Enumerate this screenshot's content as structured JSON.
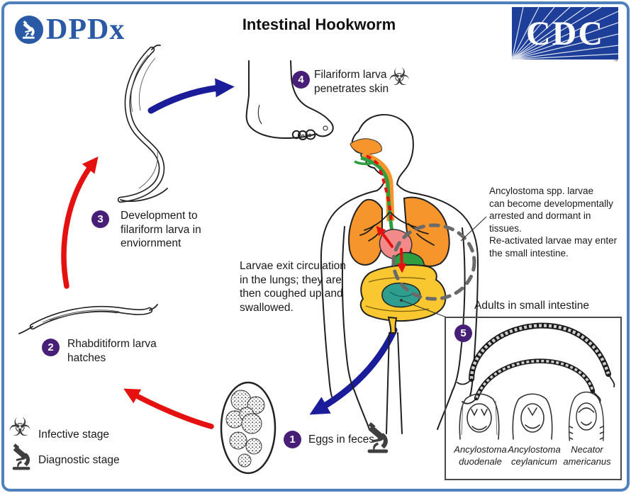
{
  "colors": {
    "frame_border": "#4f81bd",
    "dpdx_blue": "#2a5aa5",
    "cdc_blue": "#1e3f99",
    "badge_purple": "#481f77",
    "arrow_red": "#e51010",
    "arrow_blue": "#1b1c99",
    "icon_gray": "#3f3f3f",
    "dashed_gray": "#6a6a6a",
    "lung_orange": "#f6952c",
    "heart_pink": "#f28a8a",
    "gut_green": "#2f9e41",
    "colon_yellow": "#f9c72f",
    "intestine_teal": "#2f9e8f"
  },
  "header": {
    "dpdx": "DPDx",
    "title": "Intestinal Hookworm",
    "cdc": "CDC",
    "tm": "™"
  },
  "stages": {
    "s1": {
      "num": "1",
      "text": "Eggs in feces"
    },
    "s2": {
      "num": "2",
      "text": "Rhabditiform larva\nhatches"
    },
    "s3": {
      "num": "3",
      "text": "Development to\nfilariform larva in\nenviornment"
    },
    "s4": {
      "num": "4",
      "text": "Filariform larva\npenetrates skin"
    },
    "s5": {
      "num": "5"
    }
  },
  "notes": {
    "lungs": "Larvae exit circulation\nin the lungs;  they are\nthen coughed up and\nswallowed.",
    "arrested": "Ancylostoma spp. larvae\ncan become developmentally\narrested and dormant in tissues.\nRe-activated larvae may enter\nthe small intestine."
  },
  "legend": {
    "infective": "Infective stage",
    "diagnostic": "Diagnostic stage"
  },
  "adults_box": {
    "title": "Adults in small intestine",
    "species": [
      "Ancylostoma\nduodenale",
      "Ancylostoma\nceylanicum",
      "Necator\namericanus"
    ]
  },
  "icons": {
    "biohazard": "☣"
  }
}
